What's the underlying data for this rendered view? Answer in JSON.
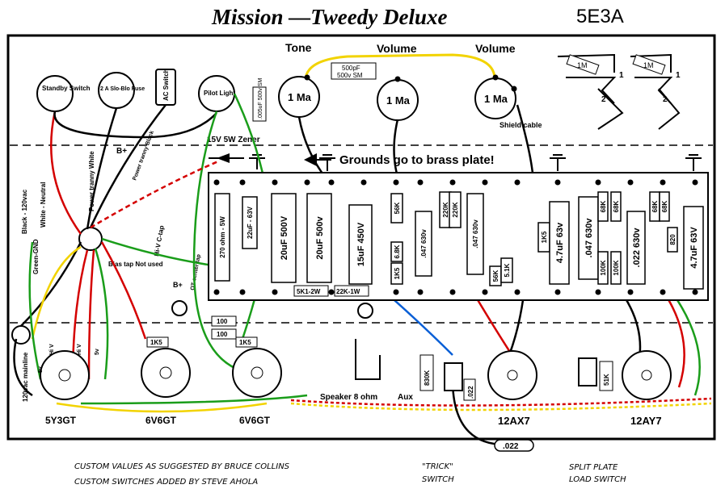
{
  "title": "Mission —Tweedy Deluxe",
  "model": "5E3A",
  "controls": {
    "tone": "Tone",
    "volume1": "Volume",
    "volume2": "Volume"
  },
  "pots": {
    "tone": "1 Ma",
    "vol1": "1 Ma",
    "vol2": "1 Ma"
  },
  "cap_500pf": {
    "line1": "500pF",
    "line2": "500v SM"
  },
  "cap_005": ".005uF 500v SM",
  "front_panel": {
    "standby": "Standby Switch",
    "fuse": "2 A Slo-Blo Fuse",
    "ac_switch": "AC Switch",
    "pilot": "Pilot Light"
  },
  "jacks": {
    "res1": "1M",
    "res2": "1M",
    "n1": "1",
    "n2": "2",
    "n3": "1",
    "n4": "2"
  },
  "shield_cable": "Shield cable",
  "zener": "15V 5W Zener",
  "grounds_note": "Grounds go to brass plate!",
  "transformer": {
    "bplus": "B+",
    "red_black": "Power tranny Black",
    "black_120": "Black - 120vac",
    "white_neutral": "White - Neutral",
    "power_white": "Power tranny White",
    "green_gnd": "Green-GND",
    "hv_ctap": "Hi-V C-tap",
    "bias_tap": "Bias tap Not used",
    "ot_center": "OT center tap",
    "bplus2": "B+",
    "mainline": "120vac mainline"
  },
  "board_components": [
    {
      "label": "270 ohm - 5W"
    },
    {
      "label": "22uF - 63V"
    },
    {
      "label": "20uF 500V"
    },
    {
      "label": "20uF 500v"
    },
    {
      "label": "15uF 450V"
    },
    {
      "label": "56K"
    },
    {
      "label": "6.8K"
    },
    {
      "label": "1K5"
    },
    {
      "label": ".047 630v"
    },
    {
      "label": "220K"
    },
    {
      "label": "220K"
    },
    {
      "label": ".047 630v"
    },
    {
      "label": "56K"
    },
    {
      "label": "5.1K"
    },
    {
      "label": "1K5"
    },
    {
      "label": "4.7uF 63v"
    },
    {
      "label": ".047 630v"
    },
    {
      "label": "68K"
    },
    {
      "label": "68K"
    },
    {
      "label": "100K"
    },
    {
      "label": "100K"
    },
    {
      "label": ".022 630v"
    },
    {
      "label": "68K"
    },
    {
      "label": "68K"
    },
    {
      "label": "820"
    },
    {
      "label": "4.7uF 63V"
    }
  ],
  "resistors_bottom": {
    "r1": "5K1-2W",
    "r2": "22K-1W"
  },
  "tube_area": {
    "r100a": "100",
    "r100b": "100",
    "r1k5a": "1K5",
    "r1k5b": "1K5"
  },
  "speaker": "Speaker 8 ohm",
  "aux": "Aux",
  "trick_parts": {
    "r830": "830K",
    "c022a": ".022",
    "c022b": ".022",
    "r51": "51K"
  },
  "tubes": {
    "rect": "5Y3GT",
    "pwr1": "6V6GT",
    "pwr2": "6V6GT",
    "pre1": "12AX7",
    "pre2": "12AY7"
  },
  "rect_pins": {
    "hv1": "Hi V",
    "hv2": "Hi V",
    "v5a": "5v",
    "v5b": "5v"
  },
  "footer": {
    "line1": "CUSTOM VALUES AS SUGGESTED BY BRUCE COLLINS",
    "line2": "CUSTOM SWITCHES ADDED BY STEVE AHOLA",
    "trick": "\"TRICK\"",
    "switch": "SWITCH",
    "split1": "SPLIT PLATE",
    "split2": "LOAD SWITCH"
  }
}
